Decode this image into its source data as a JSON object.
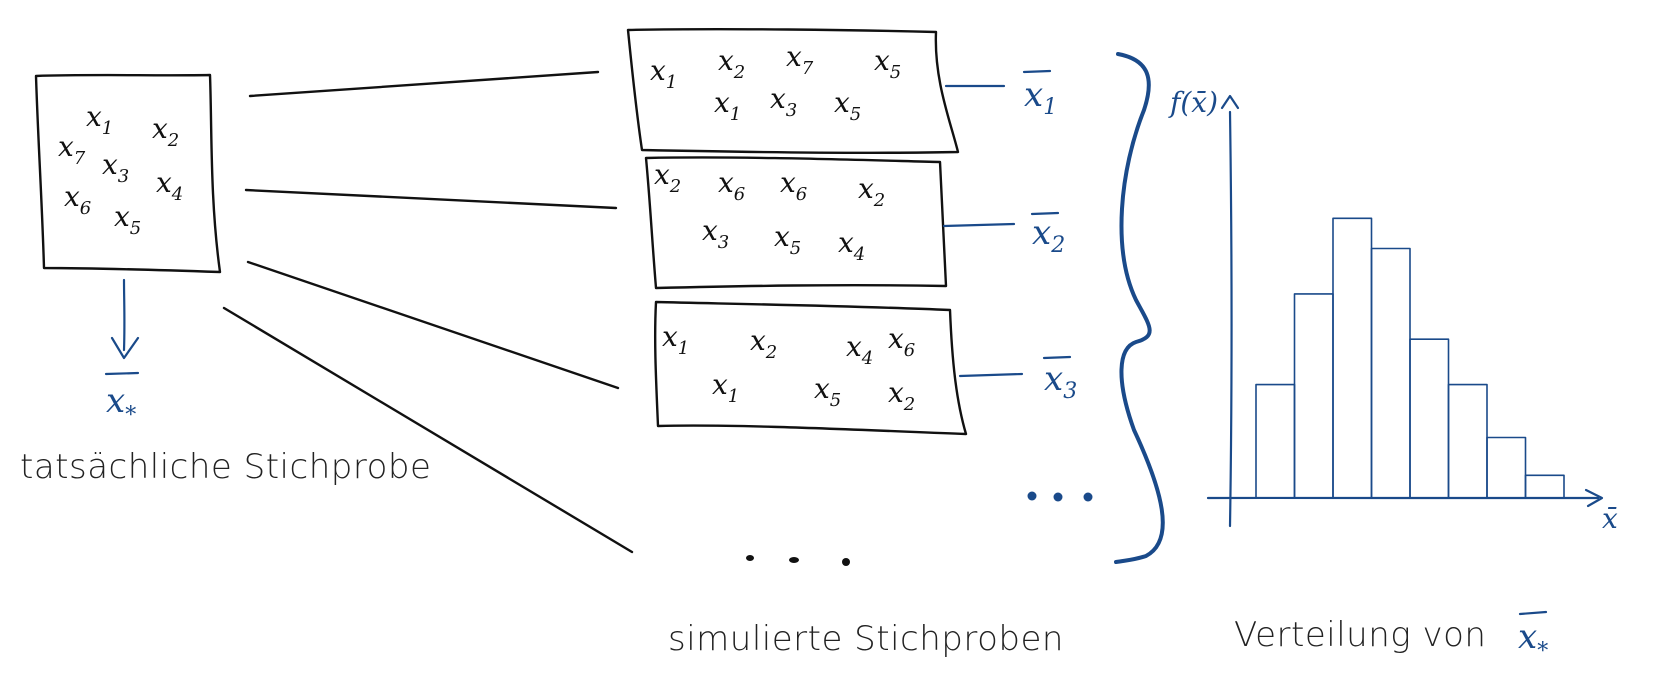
{
  "original_sample": {
    "items": [
      {
        "s": "x",
        "sub": "1"
      },
      {
        "s": "x",
        "sub": "2"
      },
      {
        "s": "x",
        "sub": "7"
      },
      {
        "s": "x",
        "sub": "3"
      },
      {
        "s": "x",
        "sub": "4"
      },
      {
        "s": "x",
        "sub": "6"
      },
      {
        "s": "x",
        "sub": "5"
      }
    ],
    "statistic": {
      "s": "x",
      "sub": "*"
    },
    "caption": "tatsächliche Stichprobe"
  },
  "simulated_samples": [
    {
      "items": [
        {
          "s": "x",
          "sub": "1"
        },
        {
          "s": "x",
          "sub": "2"
        },
        {
          "s": "x",
          "sub": "7"
        },
        {
          "s": "x",
          "sub": "5"
        },
        {
          "s": "x",
          "sub": "1"
        },
        {
          "s": "x",
          "sub": "3"
        },
        {
          "s": "x",
          "sub": "5"
        }
      ],
      "mean": {
        "s": "x",
        "sub": "1"
      }
    },
    {
      "items": [
        {
          "s": "x",
          "sub": "2"
        },
        {
          "s": "x",
          "sub": "6"
        },
        {
          "s": "x",
          "sub": "6"
        },
        {
          "s": "x",
          "sub": "2"
        },
        {
          "s": "x",
          "sub": "3"
        },
        {
          "s": "x",
          "sub": "5"
        },
        {
          "s": "x",
          "sub": "4"
        }
      ],
      "mean": {
        "s": "x",
        "sub": "2"
      }
    },
    {
      "items": [
        {
          "s": "x",
          "sub": "1"
        },
        {
          "s": "x",
          "sub": "2"
        },
        {
          "s": "x",
          "sub": "4"
        },
        {
          "s": "x",
          "sub": "6"
        },
        {
          "s": "x",
          "sub": "1"
        },
        {
          "s": "x",
          "sub": "5"
        },
        {
          "s": "x",
          "sub": "2"
        }
      ],
      "mean": {
        "s": "x",
        "sub": "3"
      }
    }
  ],
  "simulated_caption": "simulierte Stichproben",
  "histogram": {
    "y_label": "f(x̄)",
    "x_label": "x̄",
    "relative_heights": [
      0.3,
      0.54,
      0.74,
      0.66,
      0.42,
      0.3,
      0.16,
      0.06
    ],
    "caption_text": "Verteilung von",
    "caption_symbol": {
      "s": "x",
      "sub": "*"
    }
  },
  "colors": {
    "ink": "#111111",
    "blue": "#1a4a8a"
  }
}
